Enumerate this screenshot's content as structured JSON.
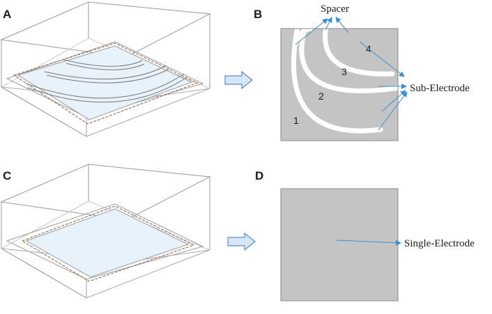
{
  "panels": {
    "a": {
      "letter": "A"
    },
    "b": {
      "letter": "B"
    },
    "c": {
      "letter": "C"
    },
    "d": {
      "letter": "D"
    }
  },
  "labels": {
    "spacer": "Spacer",
    "sub_electrode": "Sub-Electrode",
    "single_electrode": "Single-Electrode"
  },
  "regions": [
    "1",
    "2",
    "3",
    "4"
  ],
  "colors": {
    "box_edge": "#9a9a9a",
    "electrode_fill": "#e8f2fb",
    "dashed_border": "#8b5a3c",
    "electrode_gray": "#c4c4c4",
    "arrow_blue": "#3a8fd0",
    "block_arrow_fill": "#d6e6f5",
    "block_arrow_edge": "#5b8fc0"
  }
}
